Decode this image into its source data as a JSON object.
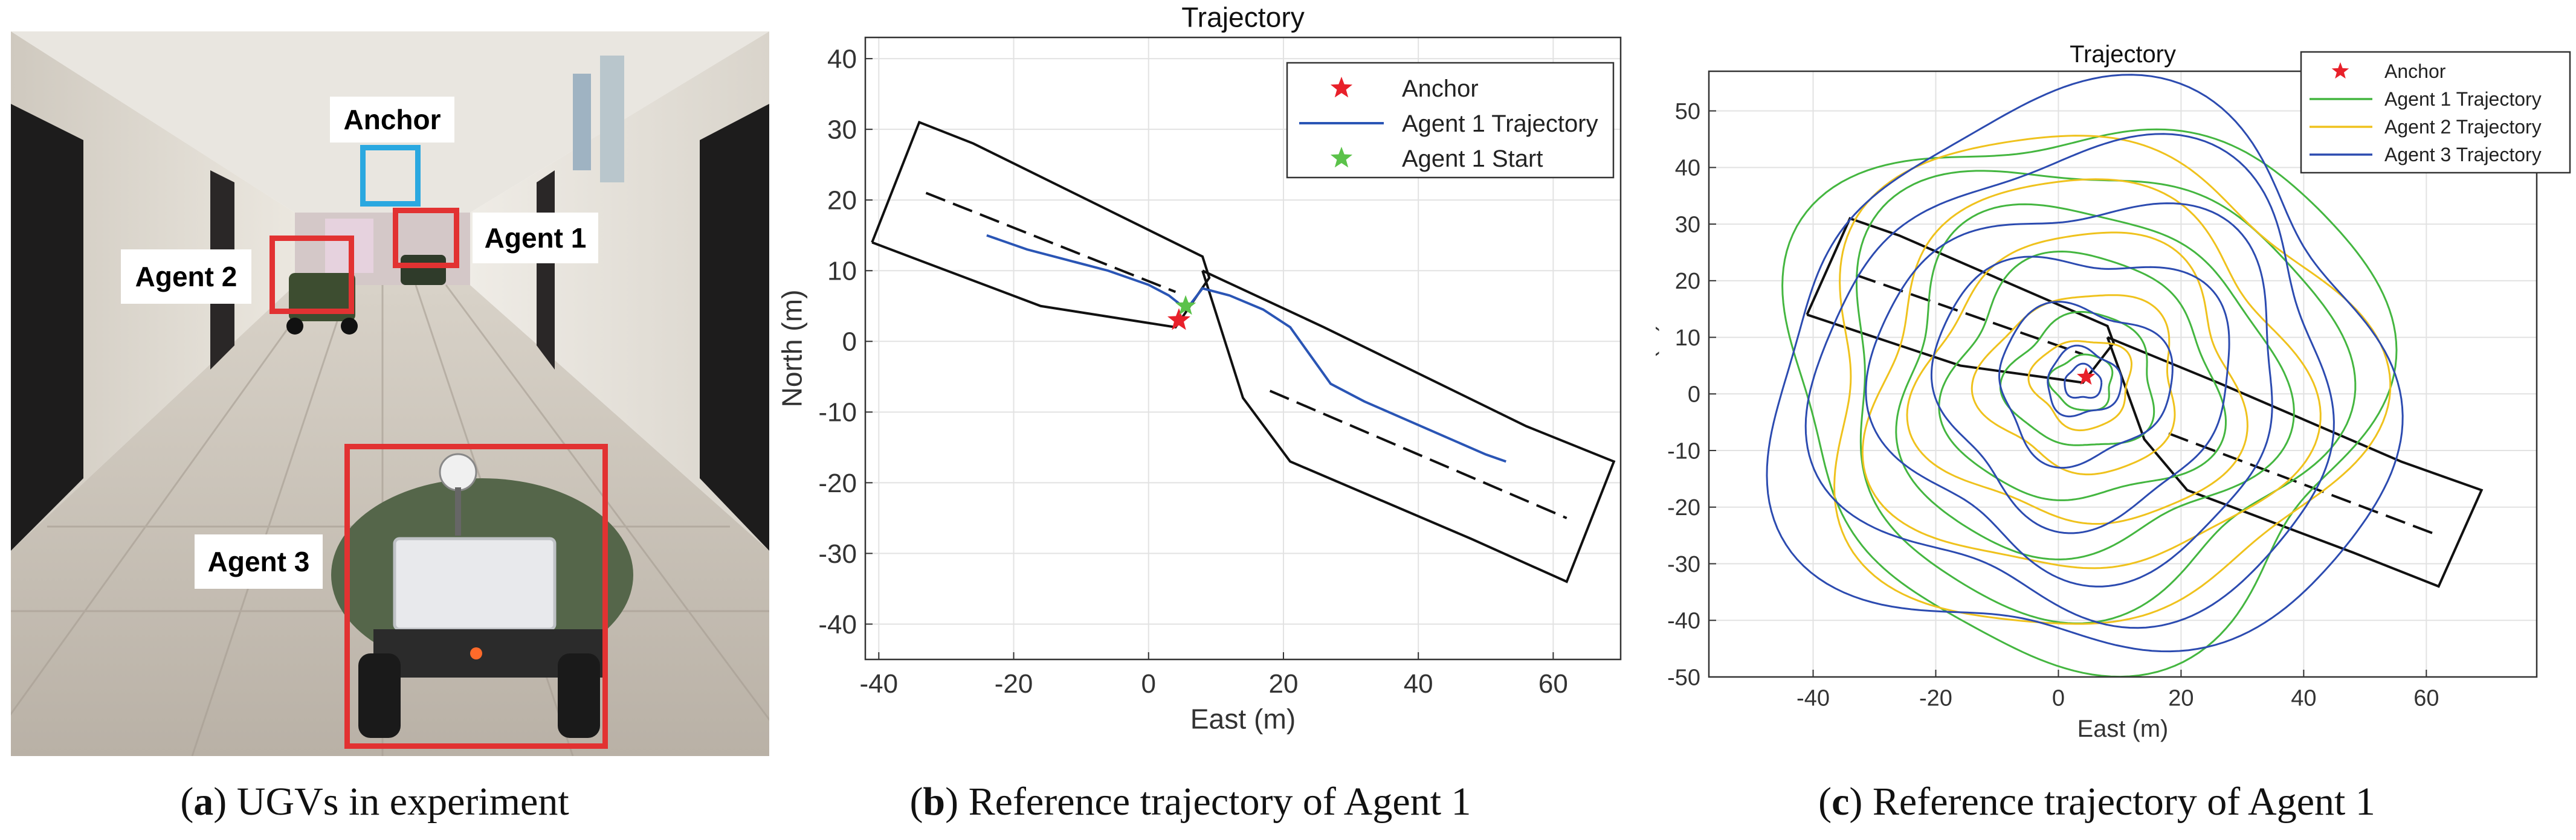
{
  "panel_a": {
    "labels": {
      "anchor": "Anchor",
      "agent1": "Agent 1",
      "agent2": "Agent 2",
      "agent3": "Agent 3"
    },
    "caption_letter": "a",
    "caption_text": "UGVs in experiment"
  },
  "panel_b": {
    "caption_letter": "b",
    "caption_text": "Reference trajectory of Agent 1"
  },
  "panel_c": {
    "caption_letter": "c",
    "caption_text": "Reference trajectory of Agent 1"
  },
  "colors": {
    "anchor_star": "#e8202a",
    "agent1": "#2a55b5",
    "agent1_start": "#5bc24a",
    "agent1_c": "#44b640",
    "agent2_c": "#efc21d",
    "agent3_c": "#2c4bb0",
    "box_red": "#e23232",
    "box_blue": "#2aa8e0"
  },
  "chart_data": [
    {
      "type": "line",
      "title": "Trajectory",
      "xlabel": "East (m)",
      "ylabel": "North (m)",
      "xlim": [
        -42,
        70
      ],
      "ylim": [
        -45,
        43
      ],
      "xticks": [
        -40,
        -20,
        0,
        20,
        40,
        60
      ],
      "yticks": [
        -40,
        -30,
        -20,
        -10,
        0,
        10,
        20,
        30,
        40
      ],
      "grid": true,
      "legend_position": "top-right",
      "legend": [
        "Anchor",
        "Agent 1 Trajectory",
        "Agent 1 Start"
      ],
      "series": [
        {
          "name": "Agent 1 Trajectory",
          "x": [
            -24,
            -18,
            -12,
            -6,
            0,
            3,
            5,
            6,
            8,
            12,
            17,
            21,
            24,
            27,
            32,
            38,
            44,
            50,
            53
          ],
          "y": [
            15,
            13,
            11.5,
            10,
            8,
            6.5,
            5,
            5,
            7.5,
            6.5,
            4.5,
            2,
            -2,
            -6,
            -8.5,
            -11,
            -13.5,
            -16,
            -17
          ]
        },
        {
          "name": "Anchor",
          "x": [
            4.5
          ],
          "y": [
            3
          ]
        },
        {
          "name": "Agent 1 Start",
          "x": [
            5.5
          ],
          "y": [
            5
          ]
        }
      ]
    },
    {
      "type": "line",
      "title": "Trajectory",
      "xlabel": "East (m)",
      "ylabel": "North (m)",
      "xlim": [
        -57,
        78
      ],
      "ylim": [
        -50,
        57
      ],
      "xticks": [
        -40,
        -20,
        0,
        20,
        40,
        60
      ],
      "yticks": [
        -50,
        -40,
        -30,
        -20,
        -10,
        0,
        10,
        20,
        30,
        40,
        50
      ],
      "grid": true,
      "legend_position": "top-right",
      "legend": [
        "Anchor",
        "Agent 1 Trajectory",
        "Agent 2 Trajectory",
        "Agent 3 Trajectory"
      ],
      "series": [
        {
          "name": "Anchor",
          "x": [
            4.5
          ],
          "y": [
            3
          ]
        },
        {
          "name": "Agent 1 Trajectory",
          "center": [
            4,
            2
          ],
          "radii": [
            48,
            40,
            31,
            22,
            12,
            5
          ]
        },
        {
          "name": "Agent 2 Trajectory",
          "center": [
            4,
            2
          ],
          "radii": [
            44,
            35,
            26,
            16,
            8
          ]
        },
        {
          "name": "Agent 3 Trajectory",
          "center": [
            4,
            2
          ],
          "radii": [
            50,
            42,
            33,
            24,
            14,
            6,
            3
          ]
        }
      ]
    }
  ]
}
